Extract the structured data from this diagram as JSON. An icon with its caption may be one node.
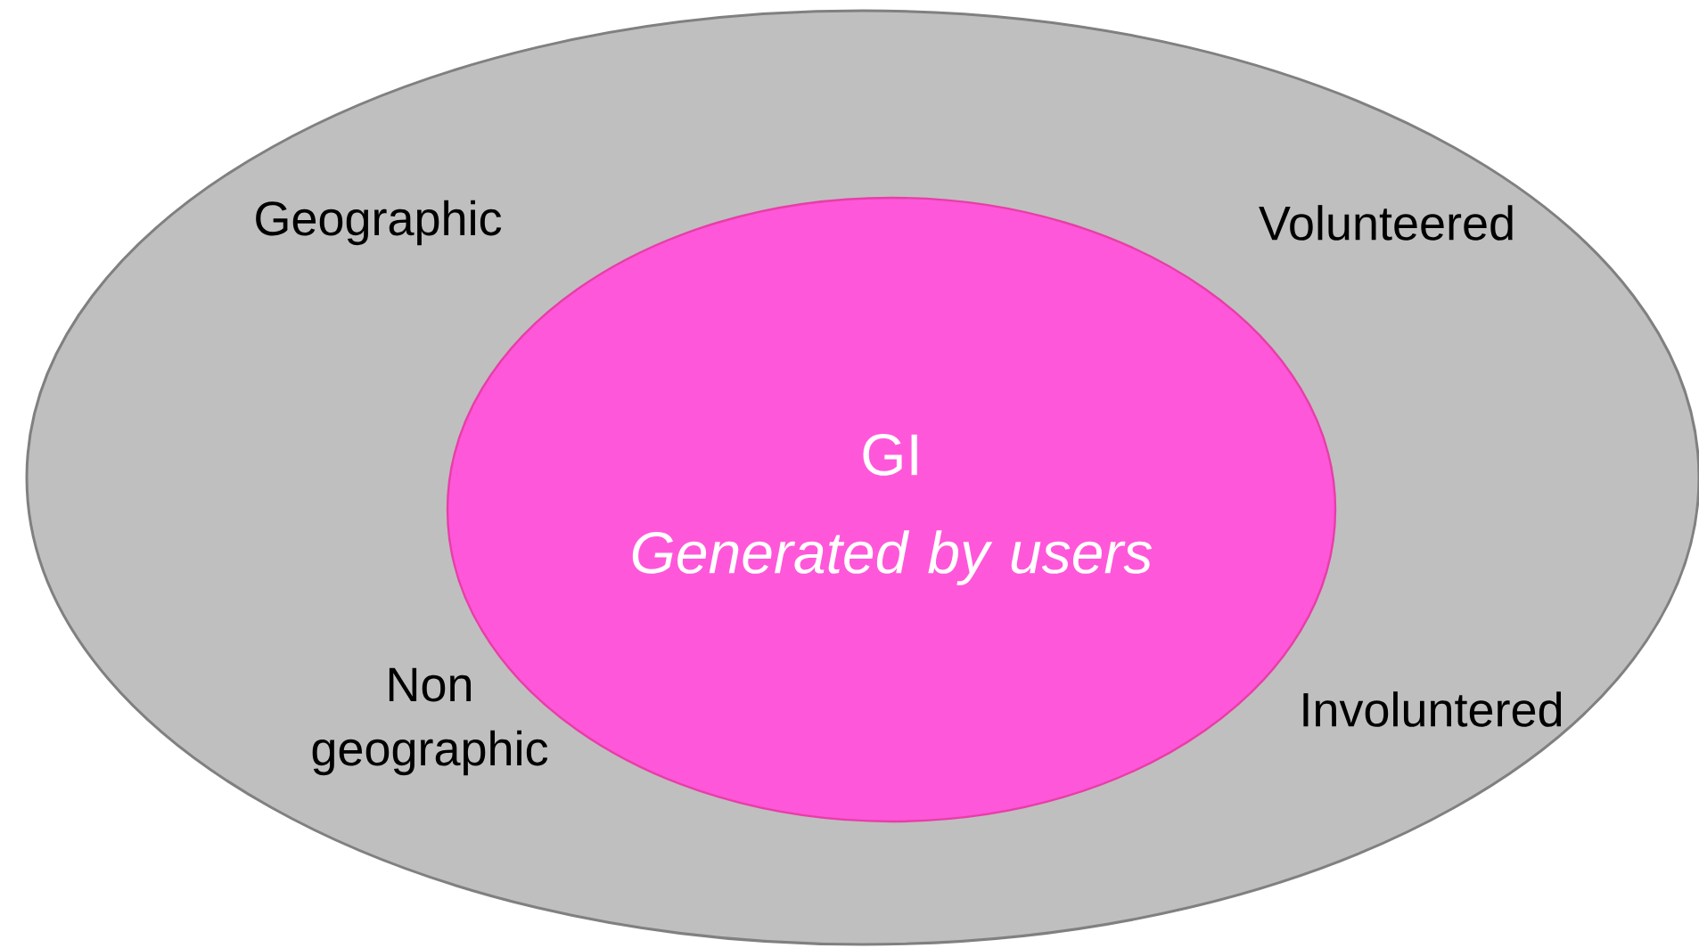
{
  "diagram": {
    "nodes": [
      {
        "text": [
          "Geographic",
          "Volunteered",
          "Non geographic",
          "Involuntered"
        ]
      },
      {
        "text": [
          "GI",
          "Generated by users"
        ],
        "in": 0
      }
    ]
  }
}
